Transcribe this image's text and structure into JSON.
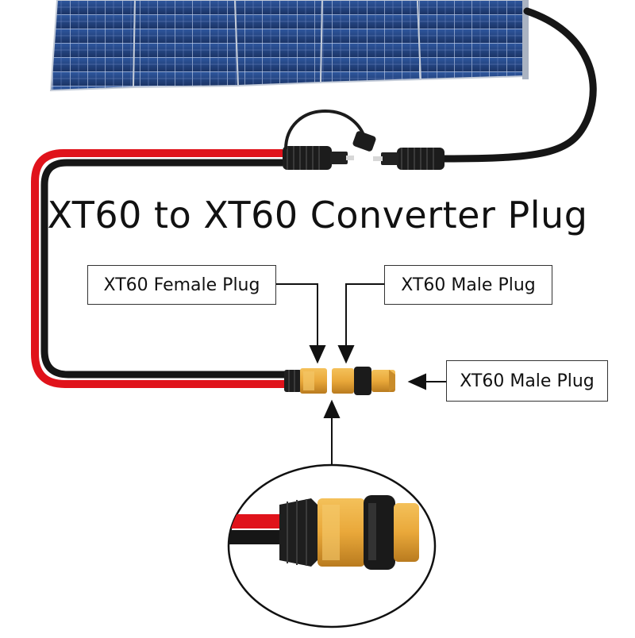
{
  "title": "XT60 to XT60 Converter Plug",
  "labels": {
    "female_plug": "XT60 Female Plug",
    "male_plug_top": "XT60 Male Plug",
    "male_plug_side": "XT60 Male Plug"
  },
  "colors": {
    "cable_red": "#e0131b",
    "cable_black": "#161616",
    "connector_yellow": "#e9a83a",
    "panel_blue": "#223f7a"
  }
}
